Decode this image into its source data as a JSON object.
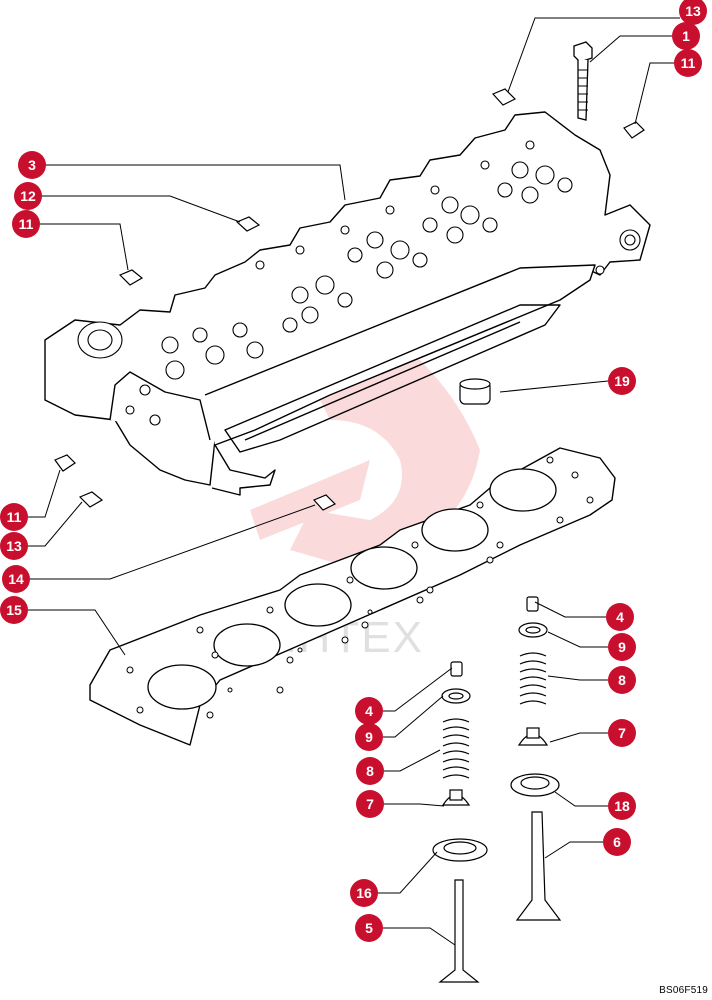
{
  "diagram": {
    "reference_code": "BS06F519",
    "watermark_text": "ИНТЕХ",
    "colors": {
      "callout_fill": "#c8102e",
      "callout_text": "#ffffff",
      "line": "#000000",
      "watermark": "#e83a3a"
    },
    "callouts": [
      "13",
      "1",
      "11",
      "3",
      "12",
      "11",
      "19",
      "11",
      "13",
      "14",
      "15",
      "4",
      "9",
      "8",
      "7",
      "4",
      "9",
      "8",
      "7",
      "18",
      "6",
      "16",
      "5"
    ]
  }
}
